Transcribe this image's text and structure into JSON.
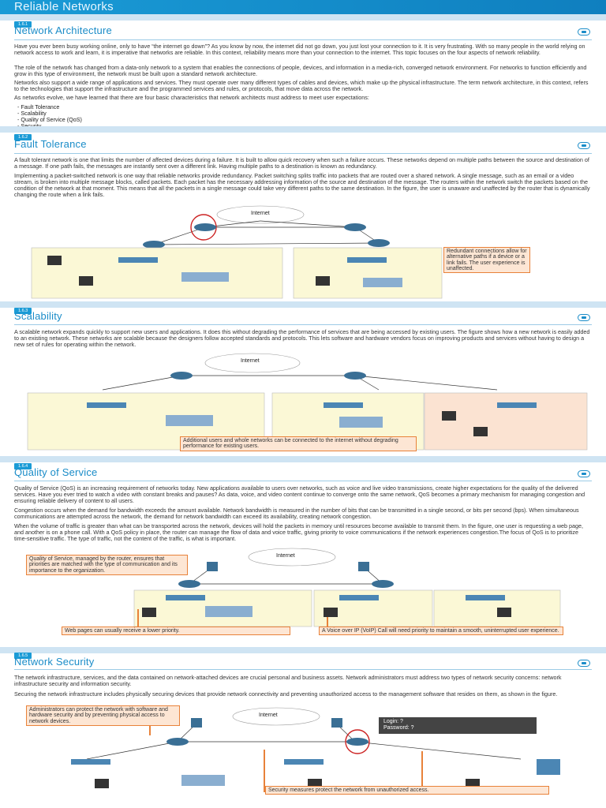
{
  "header": {
    "title": "Reliable Networks"
  },
  "sections": [
    {
      "number": "1.6.1",
      "title": "Network Architecture",
      "paragraphs": [
        "Have you ever been busy working online, only to have “the internet go down”? As you know by now, the internet did not go down, you just lost your connection to it. It is very frustrating. With so many people in the world relying on network access to work and learn, it is imperative that networks are reliable. In this context, reliability means more than your connection to the internet. This topic focuses on the four aspects of network reliability.",
        "The role of the network has changed from a data-only network to a system that enables the connections of people, devices, and information in a media-rich, converged network environment. For networks to function efficiently and grow in this type of environment, the network must be built upon a standard network architecture.",
        "Networks also support a wide range of applications and services. They must operate over many different types of cables and devices, which make up the physical infrastructure. The term network architecture, in this context, refers to the technologies that support the infrastructure and the programmed services and rules, or protocols, that move data across the network.",
        "As networks evolve, we have learned that there are four basic characteristics that network architects must address to meet user expectations:"
      ],
      "list": [
        "Fault Tolerance",
        "Scalability",
        "Quality of Service (QoS)",
        "Security"
      ]
    },
    {
      "number": "1.6.2",
      "title": "Fault Tolerance",
      "paragraphs": [
        "A fault tolerant network is one that limits the number of affected devices during a failure. It is built to allow quick recovery when such a failure occurs. These networks depend on multiple paths between the source and destination of a message. If one path fails, the messages are instantly sent over a different link. Having multiple paths to a destination is known as redundancy.",
        "Implementing a packet-switched network is one way that reliable networks provide redundancy. Packet switching splits traffic into packets that are routed over a shared network. A single message, such as an email or a video stream, is broken into multiple message blocks, called packets. Each packet has the necessary addressing information of the source and destination of the message. The routers within the network switch the packets based on the condition of the network at that moment. This means that all the packets in a single message could take very different paths to the same destination. In the figure, the user is unaware and unaffected by the router that is dynamically changing the route when a link fails."
      ],
      "figure": {
        "cloud": "Internet",
        "callout": "Redundant connections allow for alternative paths if a device or a link fails. The user experience is unaffected."
      }
    },
    {
      "number": "1.6.3",
      "title": "Scalability",
      "paragraphs": [
        "A scalable network expands quickly to support new users and applications. It does this without degrading the performance of services that are being accessed by existing users. The figure shows how a new network is easily added to an existing network. These networks are scalable because the designers follow accepted standards and protocols. This lets software and hardware vendors focus on improving products and services without having to design a new set of rules for operating within the network."
      ],
      "figure": {
        "cloud": "Internet",
        "callout": "Additional users and whole networks can be connected to the internet without degrading performance for existing users."
      }
    },
    {
      "number": "1.6.4",
      "title": "Quality of Service",
      "paragraphs": [
        "Quality of Service (QoS) is an increasing requirement of networks today. New applications available to users over networks, such as voice and live video transmissions, create higher expectations for the quality of the delivered services. Have you ever tried to watch a video with constant breaks and pauses? As data, voice, and video content continue to converge onto the same network, QoS becomes a primary mechanism for managing congestion and ensuring reliable delivery of content to all users.",
        "Congestion occurs when the demand for bandwidth exceeds the amount available. Network bandwidth is measured in the number of bits that can be transmitted in a single second, or bits per second (bps). When simultaneous communications are attempted across the network, the demand for network bandwidth can exceed its availability, creating network congestion.",
        "When the volume of traffic is greater than what can be transported across the network, devices will hold the packets in memory until resources become available to transmit them. In the figure, one user is requesting a web page, and another is on a phone call. With a QoS policy in place, the router can manage the flow of data and voice traffic, giving priority to voice communications if the network experiences congestion.The focus of QoS is to prioritize time-sensitive traffic. The type of traffic, not the content of the traffic, is what is important."
      ],
      "figure": {
        "cloud": "Internet",
        "callout_top": "Quality of Service, managed by the router, ensures that priorities are matched with the type of communication and its importance to the organization.",
        "callout_left": "Web pages can usually receive a lower priority.",
        "callout_right": "A Voice over IP (VoIP) Call will need priority to maintain a smooth, uninterrupted user experience."
      }
    },
    {
      "number": "1.6.5",
      "title": "Network Security",
      "paragraphs": [
        "The network infrastructure, services, and the data contained on network-attached devices are crucial personal and business assets. Network administrators must address two types of network security concerns: network infrastructure security and information security.",
        "Securing the network infrastructure includes physically securing devices that provide network connectivity and preventing unauthorized access to the management software that resides on them, as shown in the figure."
      ],
      "figure": {
        "cloud": "Internet",
        "callout_top": "Administrators can protect the network with software and hardware security and by preventing physical access to network devices.",
        "login_label": "Login: ?",
        "password_label": "Password: ?",
        "callout_bottom": "Security measures protect the network from unauthorized access."
      }
    }
  ]
}
